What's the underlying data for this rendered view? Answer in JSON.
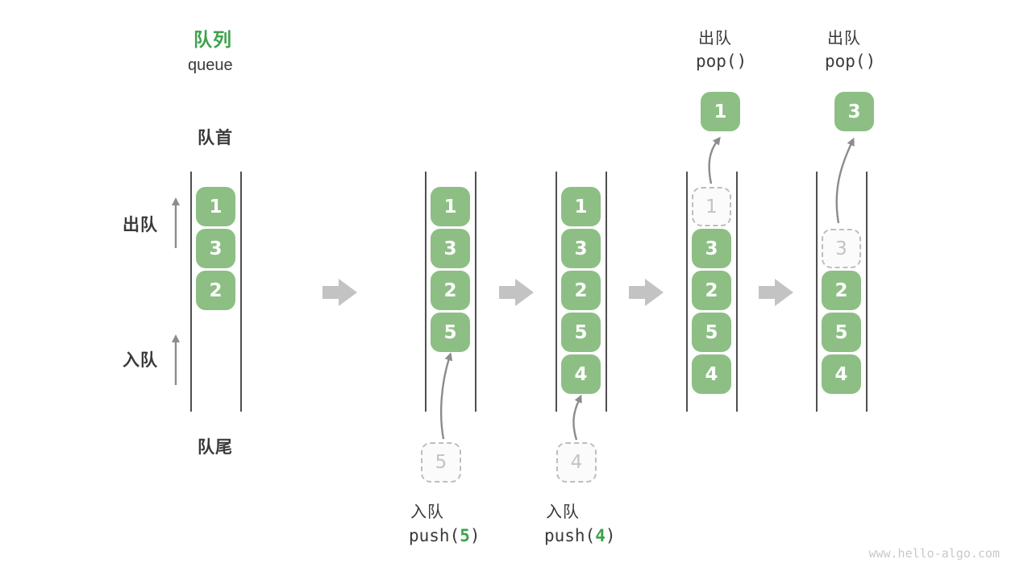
{
  "title": {
    "zh": "队列",
    "en": "queue"
  },
  "side_labels": {
    "front": "队首",
    "rear": "队尾",
    "dequeue": "出队",
    "enqueue": "入队"
  },
  "states": {
    "s1": {
      "cells": [
        "1",
        "3",
        "2"
      ]
    },
    "s2": {
      "cells": [
        "1",
        "3",
        "2",
        "5"
      ],
      "incoming": "5"
    },
    "s3": {
      "cells": [
        "1",
        "3",
        "2",
        "5",
        "4"
      ],
      "incoming": "4"
    },
    "s4": {
      "ghost": "1",
      "cells": [
        "3",
        "2",
        "5",
        "4"
      ],
      "popped": "1"
    },
    "s5": {
      "ghost": "3",
      "cells": [
        "2",
        "5",
        "4"
      ],
      "popped": "3"
    }
  },
  "ops": {
    "push5": {
      "label": "入队",
      "fn": "push(",
      "arg": "5",
      "close": ")"
    },
    "push4": {
      "label": "入队",
      "fn": "push(",
      "arg": "4",
      "close": ")"
    },
    "pop4": {
      "label": "出队",
      "code": "pop()"
    },
    "pop5": {
      "label": "出队",
      "code": "pop()"
    }
  },
  "watermark": "www.hello-algo.com",
  "colors": {
    "accent_green": "#3da24d",
    "box_green": "#8dbf84",
    "text_dark": "#3a3a3a",
    "line": "#4f4f4f",
    "thin_arrow": "#8c8c8c",
    "block_arrow": "#c3c3c3",
    "ghost_border": "#bdbdbd",
    "ghost_text": "#c3c3c3",
    "watermark": "#c9c9c9"
  }
}
